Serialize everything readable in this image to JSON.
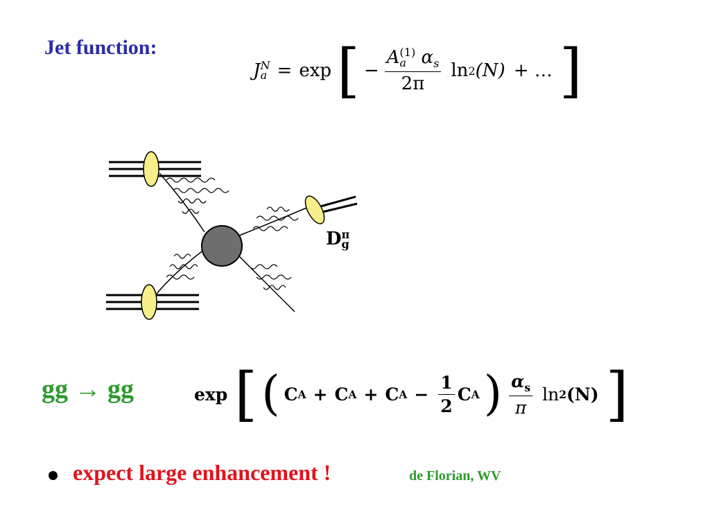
{
  "slide": {
    "title": "Jet function:",
    "eq1": {
      "lhs": "J",
      "lhs_sup": "N",
      "lhs_sub": "a",
      "equals": "=",
      "exp": "exp",
      "minus": "−",
      "num_A": "A",
      "num_A_sup": "(1)",
      "num_A_sub": "a",
      "num_alpha": "α",
      "num_alpha_sub": "s",
      "den": "2π",
      "ln": "ln",
      "ln_sup": "2",
      "arg": "(N)",
      "plus_dots": "+ …"
    },
    "diagram": {
      "label_D": "D",
      "label_sup": "π",
      "label_sub": "g"
    },
    "reaction": "gg → gg",
    "eq2": {
      "exp": "exp",
      "c1": "C",
      "c1_sub": "A",
      "plus1": "+",
      "c2": "C",
      "c2_sub": "A",
      "plus2": "+",
      "c3": "C",
      "c3_sub": "A",
      "minus": "−",
      "half_num": "1",
      "half_den": "2",
      "c4": "C",
      "c4_sub": "A",
      "alpha": "α",
      "alpha_sub": "s",
      "pi": "π",
      "ln": "ln",
      "ln_sup": "2",
      "arg": "(N)"
    },
    "bullet": "expect large enhancement !",
    "credit": "de Florian, WV",
    "colors": {
      "title": "#2b2ba6",
      "reaction": "#2e9a2e",
      "bullet": "#e0141e",
      "credit": "#2e9a2e",
      "blob": "#6e6e6e",
      "ellipse": "#f7f08a"
    }
  }
}
